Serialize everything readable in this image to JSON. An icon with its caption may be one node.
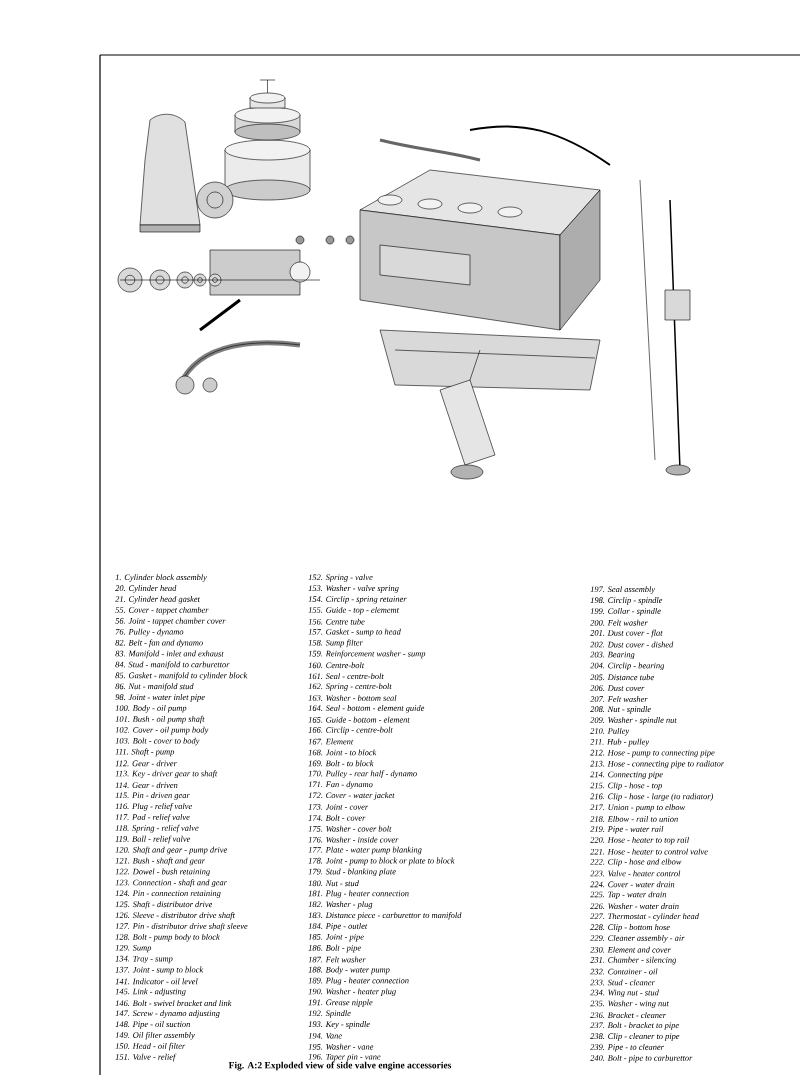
{
  "diagram": {
    "caption": "Fig. A:2 Exploded view of side valve engine accessories",
    "labels": [
      "1. Cylinder block assembly",
      "20. Cylinder head",
      "21. Cylinder head gasket",
      "55. Cover - tappet chamber",
      "56. Joint - tappet chamber cover",
      "76. Pulley - dynamo",
      "82. Belt - fan and dynamo",
      "83. Manifold - inlet and exhaust",
      "84. Stud - manifold to carburettor",
      "85. Gasket - manifold to cylinder block",
      "86. Nut - manifold stud",
      "98. Joint - water inlet pipe",
      "100. Body - oil pump",
      "101. Bush - oil pump shaft",
      "102. Cover - oil pump body",
      "103. Bolt - cover to body",
      "111. Shaft - pump",
      "112. Gear - driver",
      "113. Key - driver gear to shaft",
      "114. Gear - driven",
      "115. Pin - driven gear",
      "116. Plug - relief valve",
      "117. Pad - relief valve",
      "118. Spring - relief valve",
      "119. Ball - relief valve",
      "120. Shaft and gear - pump drive",
      "121. Bush - shaft and gear",
      "122. Dowel - bush retaining",
      "123. Connection - shaft and gear",
      "124. Pin - connection retaining",
      "125. Shaft - distributor drive",
      "126. Sleeve - distributor drive shaft",
      "127. Pin - distributor drive shaft sleeve",
      "128. Bolt - pump body to block",
      "129. Sump",
      "134. Tray - sump",
      "137. Joint - sump to block",
      "141. Indicator - oil level",
      "145. Link - adjusting",
      "146. Bolt - swivel bracket and link",
      "147. Screw - dynamo adjusting",
      "148. Pipe - oil suction",
      "149. Oil filter assembly",
      "150. Head - oil filter",
      "151. Valve - relief",
      "152. Spring - valve",
      "153. Washer - valve spring",
      "154. Circlip - spring retainer",
      "155. Guide - top - elememt",
      "156. Centre tube",
      "157. Gasket - sump to head",
      "158. Sump filter",
      "159. Reinforcement washer - sump",
      "160. Centre-bolt",
      "161. Seal - centre-bolt",
      "162. Spring - centre-bolt",
      "163. Washer - bottom seal",
      "164. Seal - bottom - element guide",
      "165. Guide - bottom - element",
      "166. Circlip - centre-bolt",
      "167. Element",
      "168. Joint - to block",
      "169. Bolt - to block",
      "170. Pulley - rear half - dynamo",
      "171. Fan - dynamo",
      "172. Cover - water jacket",
      "173. Joint - cover",
      "174. Bolt - cover",
      "175. Washer - cover bolt",
      "176. Washer - inside cover",
      "177. Plate - water pump blanking",
      "178. Joint - pump to block or plate to block",
      "179. Stud - blanking plate",
      "180. Nut - stud",
      "181. Plug - heater connection",
      "182. Washer - plug",
      "183. Distance piece - carburettor to manifold",
      "184. Pipe - outlet",
      "185. Joint - pipe",
      "186. Bolt - pipe",
      "187. Felt washer",
      "188. Body - water pump",
      "189. Plug - heater connection",
      "190. Washer - heater plug",
      "191. Grease nipple",
      "192. Spindle",
      "193. Key - spindle",
      "194. Vane",
      "195. Washer - vane",
      "196. Taper pin - vane",
      "197. Seal assembly",
      "198. Circlip - spindle",
      "199. Collar - spindle",
      "200. Felt washer",
      "201. Dust cover - flat",
      "202. Dust cover - dished",
      "203. Bearing",
      "204. Circlip - bearing",
      "205. Distance tube",
      "206. Dust cover",
      "207. Felt washer",
      "208. Nut - spindle",
      "209. Washer - spindle nut",
      "210. Pulley",
      "211. Hub - pulley",
      "212. Hose - pump to connecting pipe",
      "213. Hose - connecting pipe to radiator",
      "214. Connecting pipe",
      "215. Clip - hose - top",
      "216. Clip - hose - large (to radiator)",
      "217. Union - pump to elbow",
      "218. Elbow - rail to union",
      "219. Pipe - water rail",
      "220. Hose - heater to top rail",
      "221. Hose - heater to control valve",
      "222. Clip - hose and elbow",
      "223. Valve - heater control",
      "224. Cover - water drain",
      "225. Tap - water drain",
      "226. Washer - water drain",
      "227. Thermostat - cylinder head",
      "228. Clip - bottom hose",
      "229. Cleaner assembly - air",
      "230. Element and cover",
      "231. Chamber - silencing",
      "232. Container - oil",
      "233. Stud - cleaner",
      "234. Wing nut - stud",
      "235. Washer - wing nut",
      "236. Bracket - cleaner",
      "237. Bolt - bracket to pipe",
      "238. Clip - cleaner to pipe",
      "239. Pipe - to cleaner",
      "240. Bolt - pipe to carburettor"
    ]
  }
}
